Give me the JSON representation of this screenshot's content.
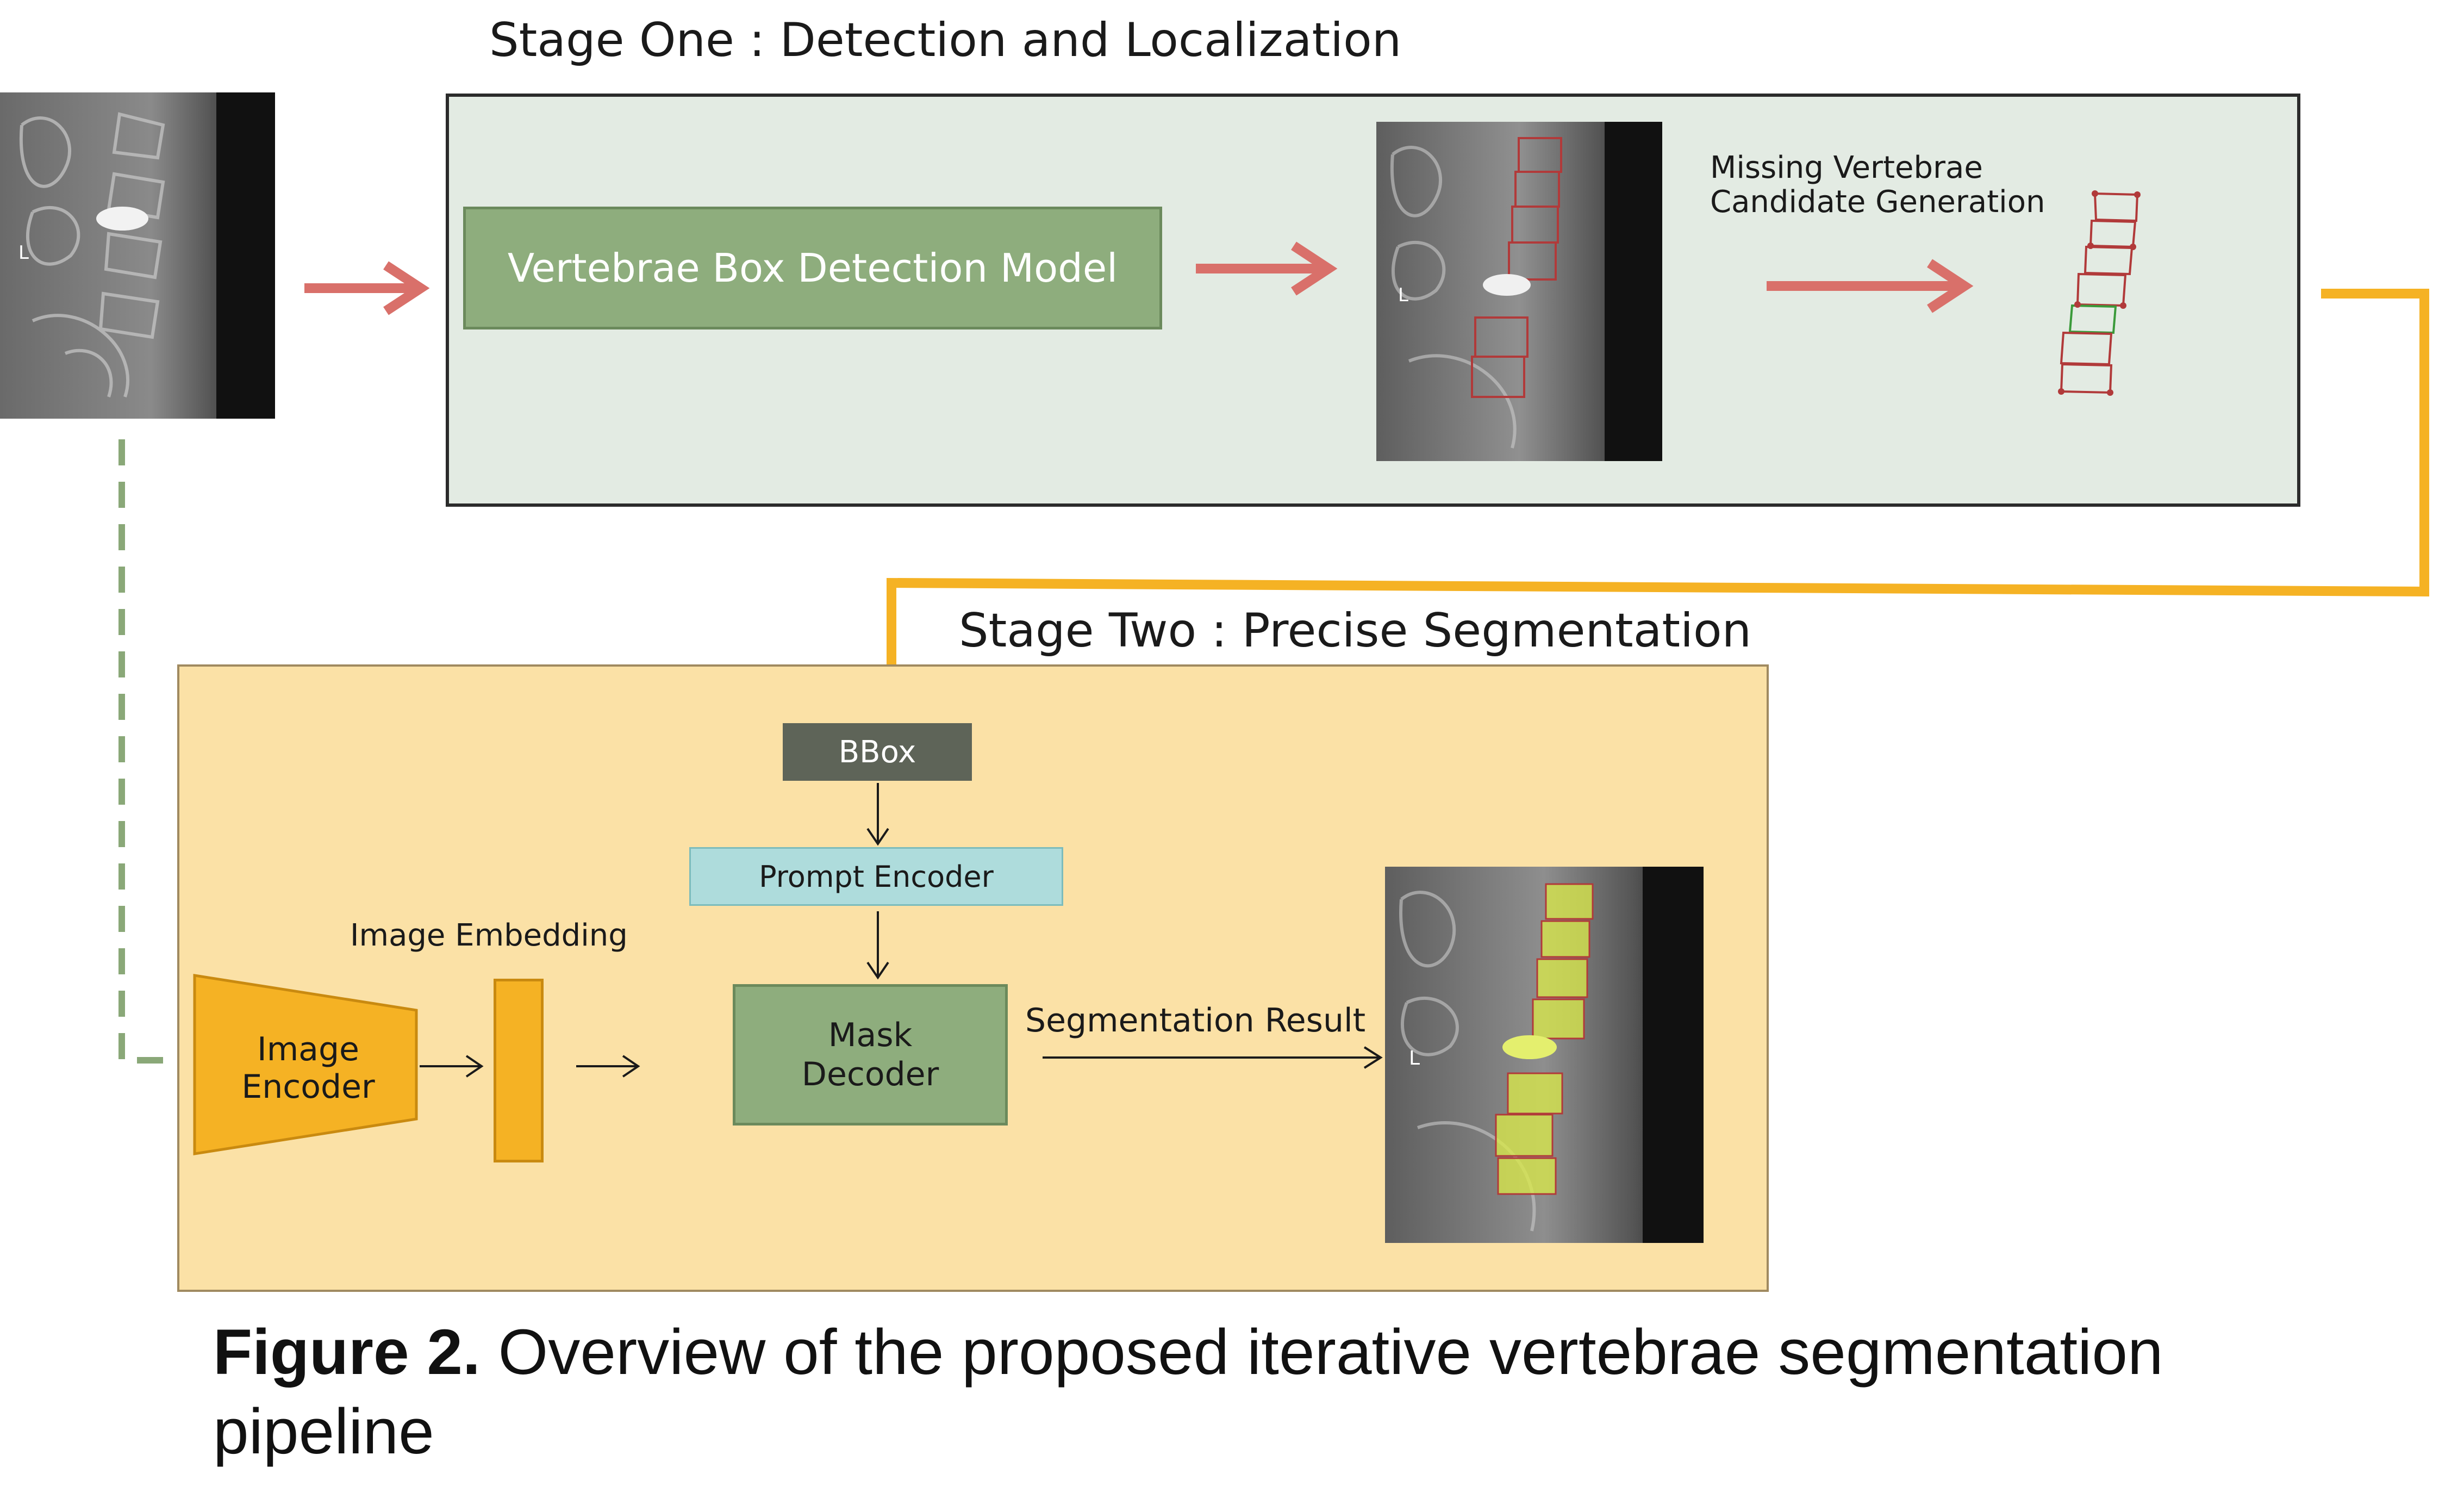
{
  "stage_one": {
    "title": "Stage One : Detection and Localization",
    "detection_model_label": "Vertebrae Box Detection Model",
    "missing_label": "Missing Vertebrae\nCandidate Generation"
  },
  "stage_two": {
    "title": "Stage Two : Precise Segmentation",
    "bbox_label": "BBox",
    "prompt_encoder_label": "Prompt Encoder",
    "mask_decoder_label": "Mask\nDecoder",
    "image_encoder_label": "Image\nEncoder",
    "image_embedding_label": "Image Embedding",
    "segmentation_result_label": "Segmentation Result"
  },
  "xray": {
    "marker_letter": "L"
  },
  "caption": {
    "figure_label": "Figure 2.",
    "text": " Overview of the proposed iterative vertebrae segmentation pipeline"
  },
  "colors": {
    "arrow_red": "#d9706a",
    "connector_orange": "#f5b224",
    "dashed_green": "#8aa878",
    "stage_one_bg": "#e3ebe3",
    "stage_two_bg": "#fbe1a6",
    "box_green": "#8ead7d",
    "bbox_dark": "#5e6458",
    "prompt_teal": "#aedcdc",
    "seg_yellow": "#d9e84a",
    "vertebra_red": "#b13a3a",
    "vertebra_green": "#3a9a3a"
  }
}
